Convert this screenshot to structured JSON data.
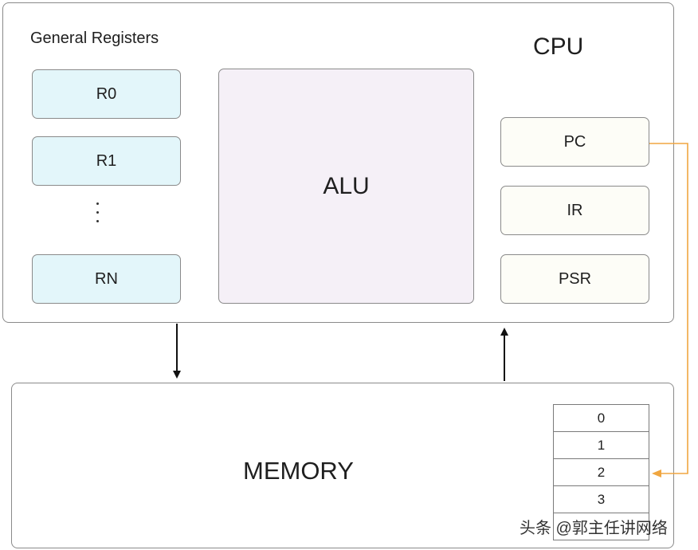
{
  "cpu": {
    "title": "CPU",
    "general_registers_title": "General Registers",
    "general_registers": [
      "R0",
      "R1",
      "RN"
    ],
    "alu_label": "ALU",
    "special_registers": [
      "PC",
      "IR",
      "PSR"
    ]
  },
  "memory": {
    "title": "MEMORY",
    "cells": [
      "0",
      "1",
      "2",
      "3",
      ""
    ]
  },
  "colors": {
    "general_register_fill": "#e3f6fa",
    "alu_fill": "#f5f0f7",
    "special_register_fill": "#fdfdf7",
    "pc_pointer_arrow": "#f0a640",
    "border": "#8a8a8a"
  },
  "watermark": "头条 @郭主任讲网络"
}
